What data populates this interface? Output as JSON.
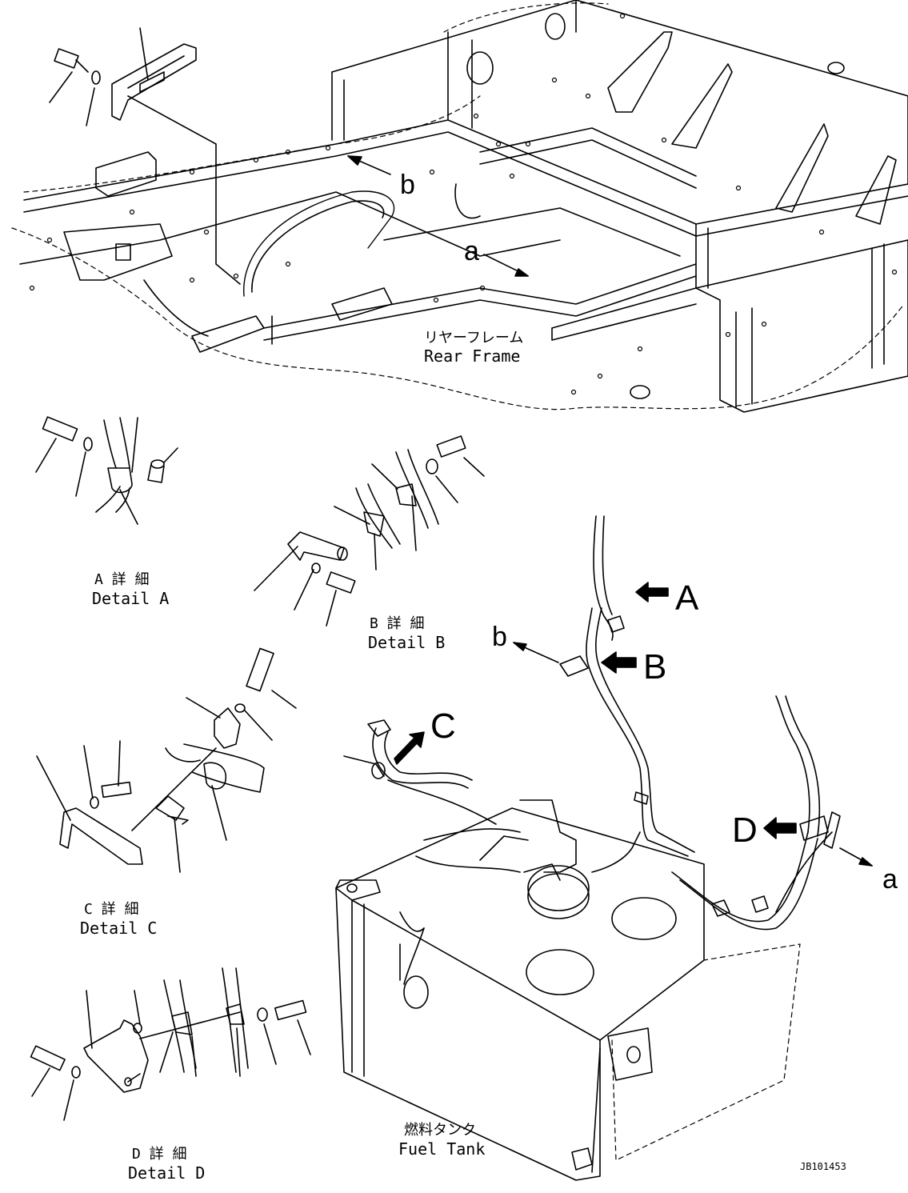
{
  "figure": {
    "drawing_id": "JB101453",
    "rear_frame": {
      "jp": "リヤーフレーム",
      "en": "Rear Frame"
    },
    "fuel_tank": {
      "jp": "燃料タンク",
      "en": "Fuel Tank"
    },
    "details": [
      {
        "jp": "A 詳 細",
        "en": "Detail A"
      },
      {
        "jp": "B 詳 細",
        "en": "Detail B"
      },
      {
        "jp": "C 詳 細",
        "en": "Detail C"
      },
      {
        "jp": "D 詳 細",
        "en": "Detail D"
      }
    ],
    "view_markers": [
      "A",
      "B",
      "C",
      "D"
    ],
    "connection_letters": [
      "a",
      "b"
    ]
  }
}
